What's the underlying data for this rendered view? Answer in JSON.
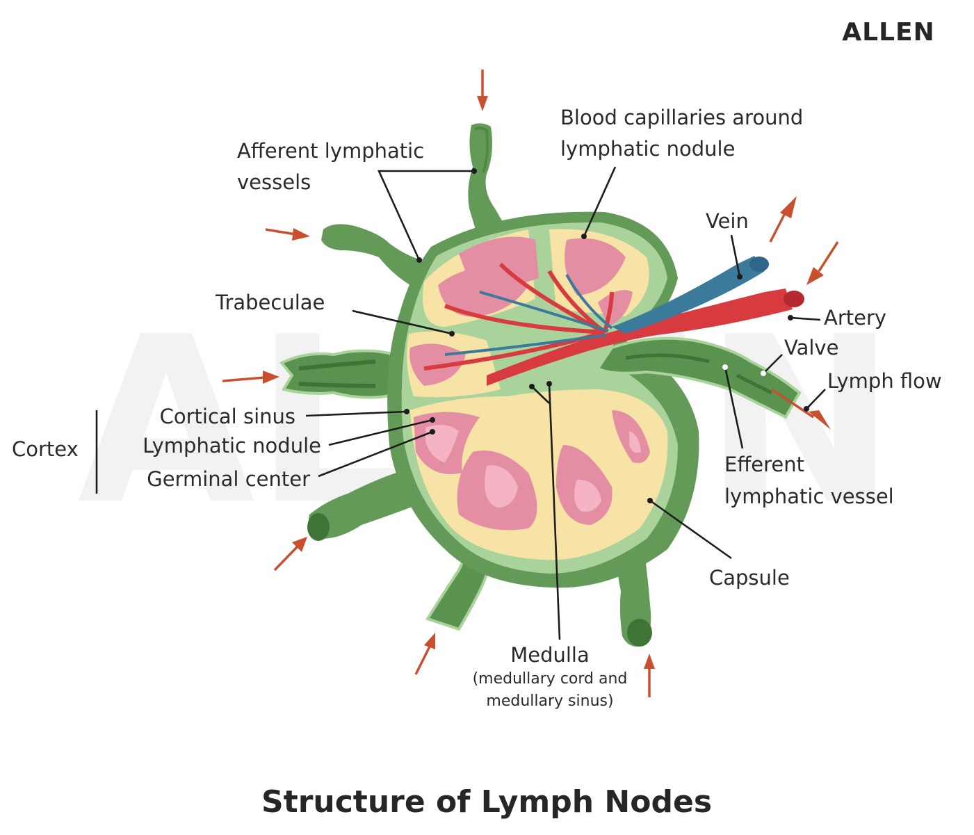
{
  "brand": {
    "logo_text": "ALLEN",
    "watermark_text": "ALLEN"
  },
  "title": "Structure of Lymph Nodes",
  "labels": {
    "afferent_line1": "Afferent lymphatic",
    "afferent_line2": "vessels",
    "capillaries_line1": "Blood capillaries around",
    "capillaries_line2": "lymphatic nodule",
    "vein": "Vein",
    "trabeculae": "Trabeculae",
    "artery": "Artery",
    "valve": "Valve",
    "lymph_flow": "Lymph flow",
    "cortex": "Cortex",
    "cortical_sinus": "Cortical sinus",
    "lymphatic_nodule": "Lymphatic nodule",
    "germinal_center": "Germinal center",
    "efferent_line1": "Efferent",
    "efferent_line2": "lymphatic vessel",
    "capsule": "Capsule",
    "medulla": "Medulla",
    "medulla_sub1": "(medullary cord and",
    "medulla_sub2": "medullary sinus)"
  },
  "colors": {
    "capsule_dark": "#4f8a44",
    "capsule": "#649a57",
    "cortex_green": "#a9d39b",
    "sinus_yellow": "#f8e3a6",
    "nodule_pink": "#e48ea3",
    "germinal_pink": "#f5b4c4",
    "artery_red": "#d73a3f",
    "vein_blue": "#3c7a9c",
    "flow_arrow": "#c9502f"
  }
}
